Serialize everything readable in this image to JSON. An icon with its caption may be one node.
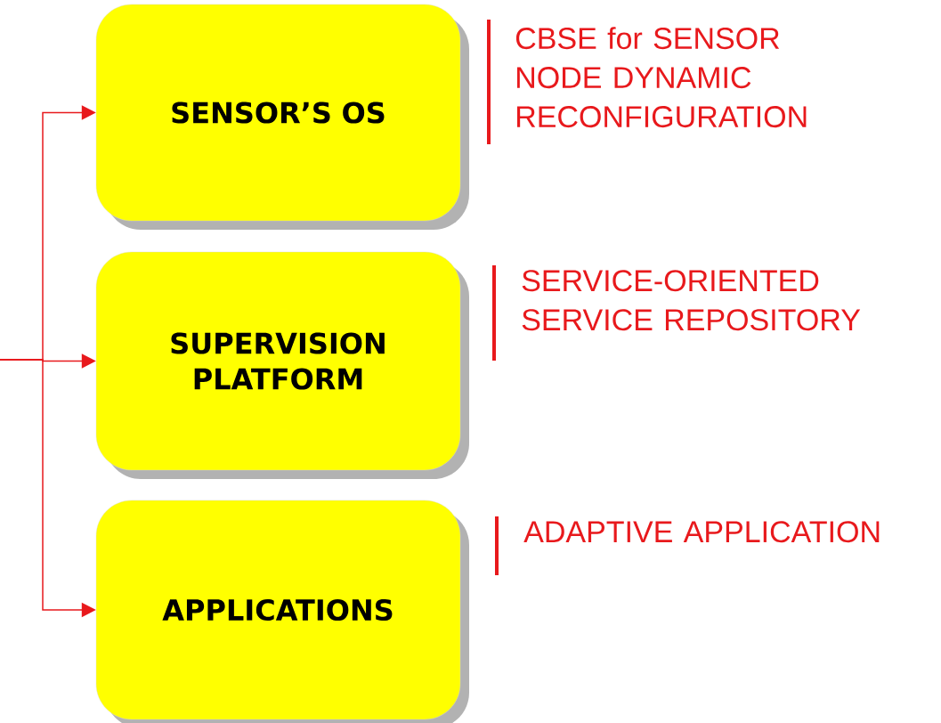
{
  "diagram": {
    "nodes": [
      {
        "text": [
          "SENSOR’S OS"
        ],
        "beside": [
          "CBSE for SENSOR NODE DYNAMIC RECONFIGURATION"
        ]
      },
      {
        "text": [
          "SUPERVISION PLATFORM"
        ],
        "beside": [
          "SERVICE-ORIENTED SERVICE REPOSITORY"
        ]
      },
      {
        "text": [
          "APPLICATIONS"
        ],
        "beside": [
          "ADAPTIVE APPLICATION"
        ]
      }
    ],
    "edges": [
      {
        "from": null,
        "to": 0,
        "arrow": "to"
      },
      {
        "from": null,
        "to": 1,
        "arrow": "to"
      },
      {
        "from": null,
        "to": 2,
        "arrow": "to"
      }
    ]
  }
}
